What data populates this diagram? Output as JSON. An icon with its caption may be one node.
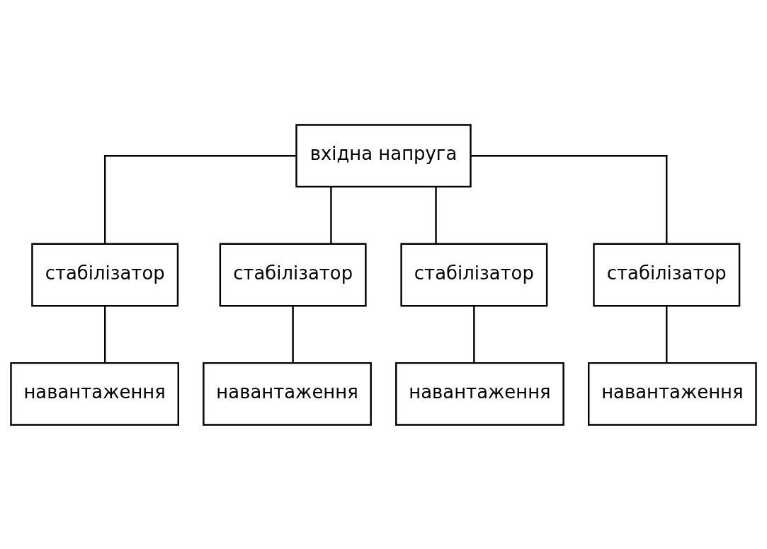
{
  "diagram": {
    "nodes": [
      {
        "text": [
          "вхідна напруга"
        ]
      },
      {
        "text": [
          "стабілізатор"
        ]
      },
      {
        "text": [
          "стабілізатор"
        ]
      },
      {
        "text": [
          "стабілізатор"
        ]
      },
      {
        "text": [
          "стабілізатор"
        ]
      },
      {
        "text": [
          "навантаження"
        ]
      },
      {
        "text": [
          "навантаження"
        ]
      },
      {
        "text": [
          "навантаження"
        ]
      },
      {
        "text": [
          "навантаження"
        ]
      }
    ],
    "edges": [
      {
        "from": 0,
        "to": 1,
        "arrow": "none"
      },
      {
        "from": 0,
        "to": 2,
        "arrow": "none"
      },
      {
        "from": 0,
        "to": 3,
        "arrow": "none"
      },
      {
        "from": 0,
        "to": 4,
        "arrow": "none"
      },
      {
        "from": 1,
        "to": 5,
        "arrow": "none"
      },
      {
        "from": 2,
        "to": 6,
        "arrow": "none"
      },
      {
        "from": 3,
        "to": 7,
        "arrow": "none"
      },
      {
        "from": 4,
        "to": 8,
        "arrow": "none"
      }
    ]
  }
}
